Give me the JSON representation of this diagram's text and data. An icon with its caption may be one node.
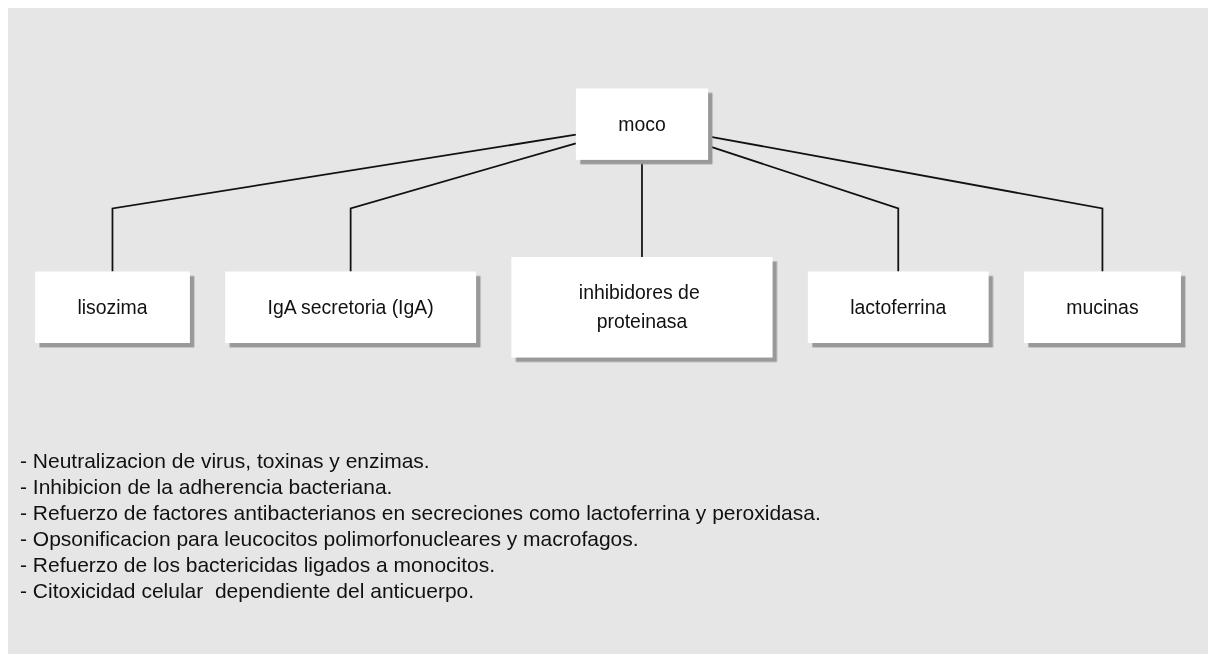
{
  "diagram": {
    "nodes": [
      {
        "text": [
          "moco"
        ]
      },
      {
        "text": [
          "lisozima"
        ]
      },
      {
        "text": [
          "mucinas"
        ]
      },
      {
        "text": [
          "IgA secretoria (IgA)"
        ]
      },
      {
        "text": [
          "inhibidores de proteinasa"
        ]
      },
      {
        "text": [
          "lactoferrina"
        ]
      }
    ],
    "edges": [
      {
        "from": 0,
        "to": 1,
        "arrow": "none"
      },
      {
        "from": 0,
        "to": 3,
        "arrow": "none"
      },
      {
        "from": 0,
        "to": 4,
        "arrow": "none"
      },
      {
        "from": 0,
        "to": 5,
        "arrow": "none"
      },
      {
        "from": 0,
        "to": 2,
        "arrow": "none"
      }
    ],
    "labels": [
      "- Neutralizacion de virus, toxinas y enzimas.",
      "- Inhibicion de la adherencia bacteriana.",
      "- Refuerzo de factores antibacterianos en secreciones como lactoferrina y peroxidasa.",
      "- Opsonificacion para leucocitos polimorfonucleares y macrofagos.",
      "- Refuerzo de los bactericidas ligados a monocitos.",
      "- Citoxicidad celular  dependiente del anticuerpo."
    ]
  }
}
